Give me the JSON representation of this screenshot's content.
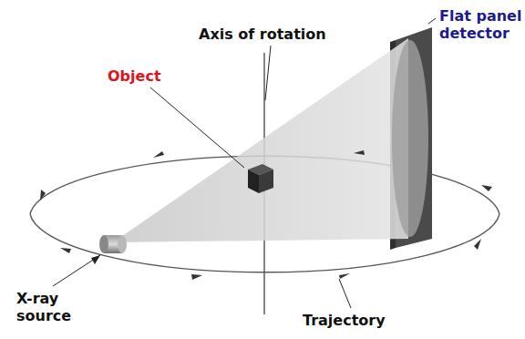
{
  "diagram": {
    "labels": [
      "Axis of rotation",
      "Flat panel detector",
      "Object",
      "X-ray source",
      "Trajectory"
    ]
  }
}
